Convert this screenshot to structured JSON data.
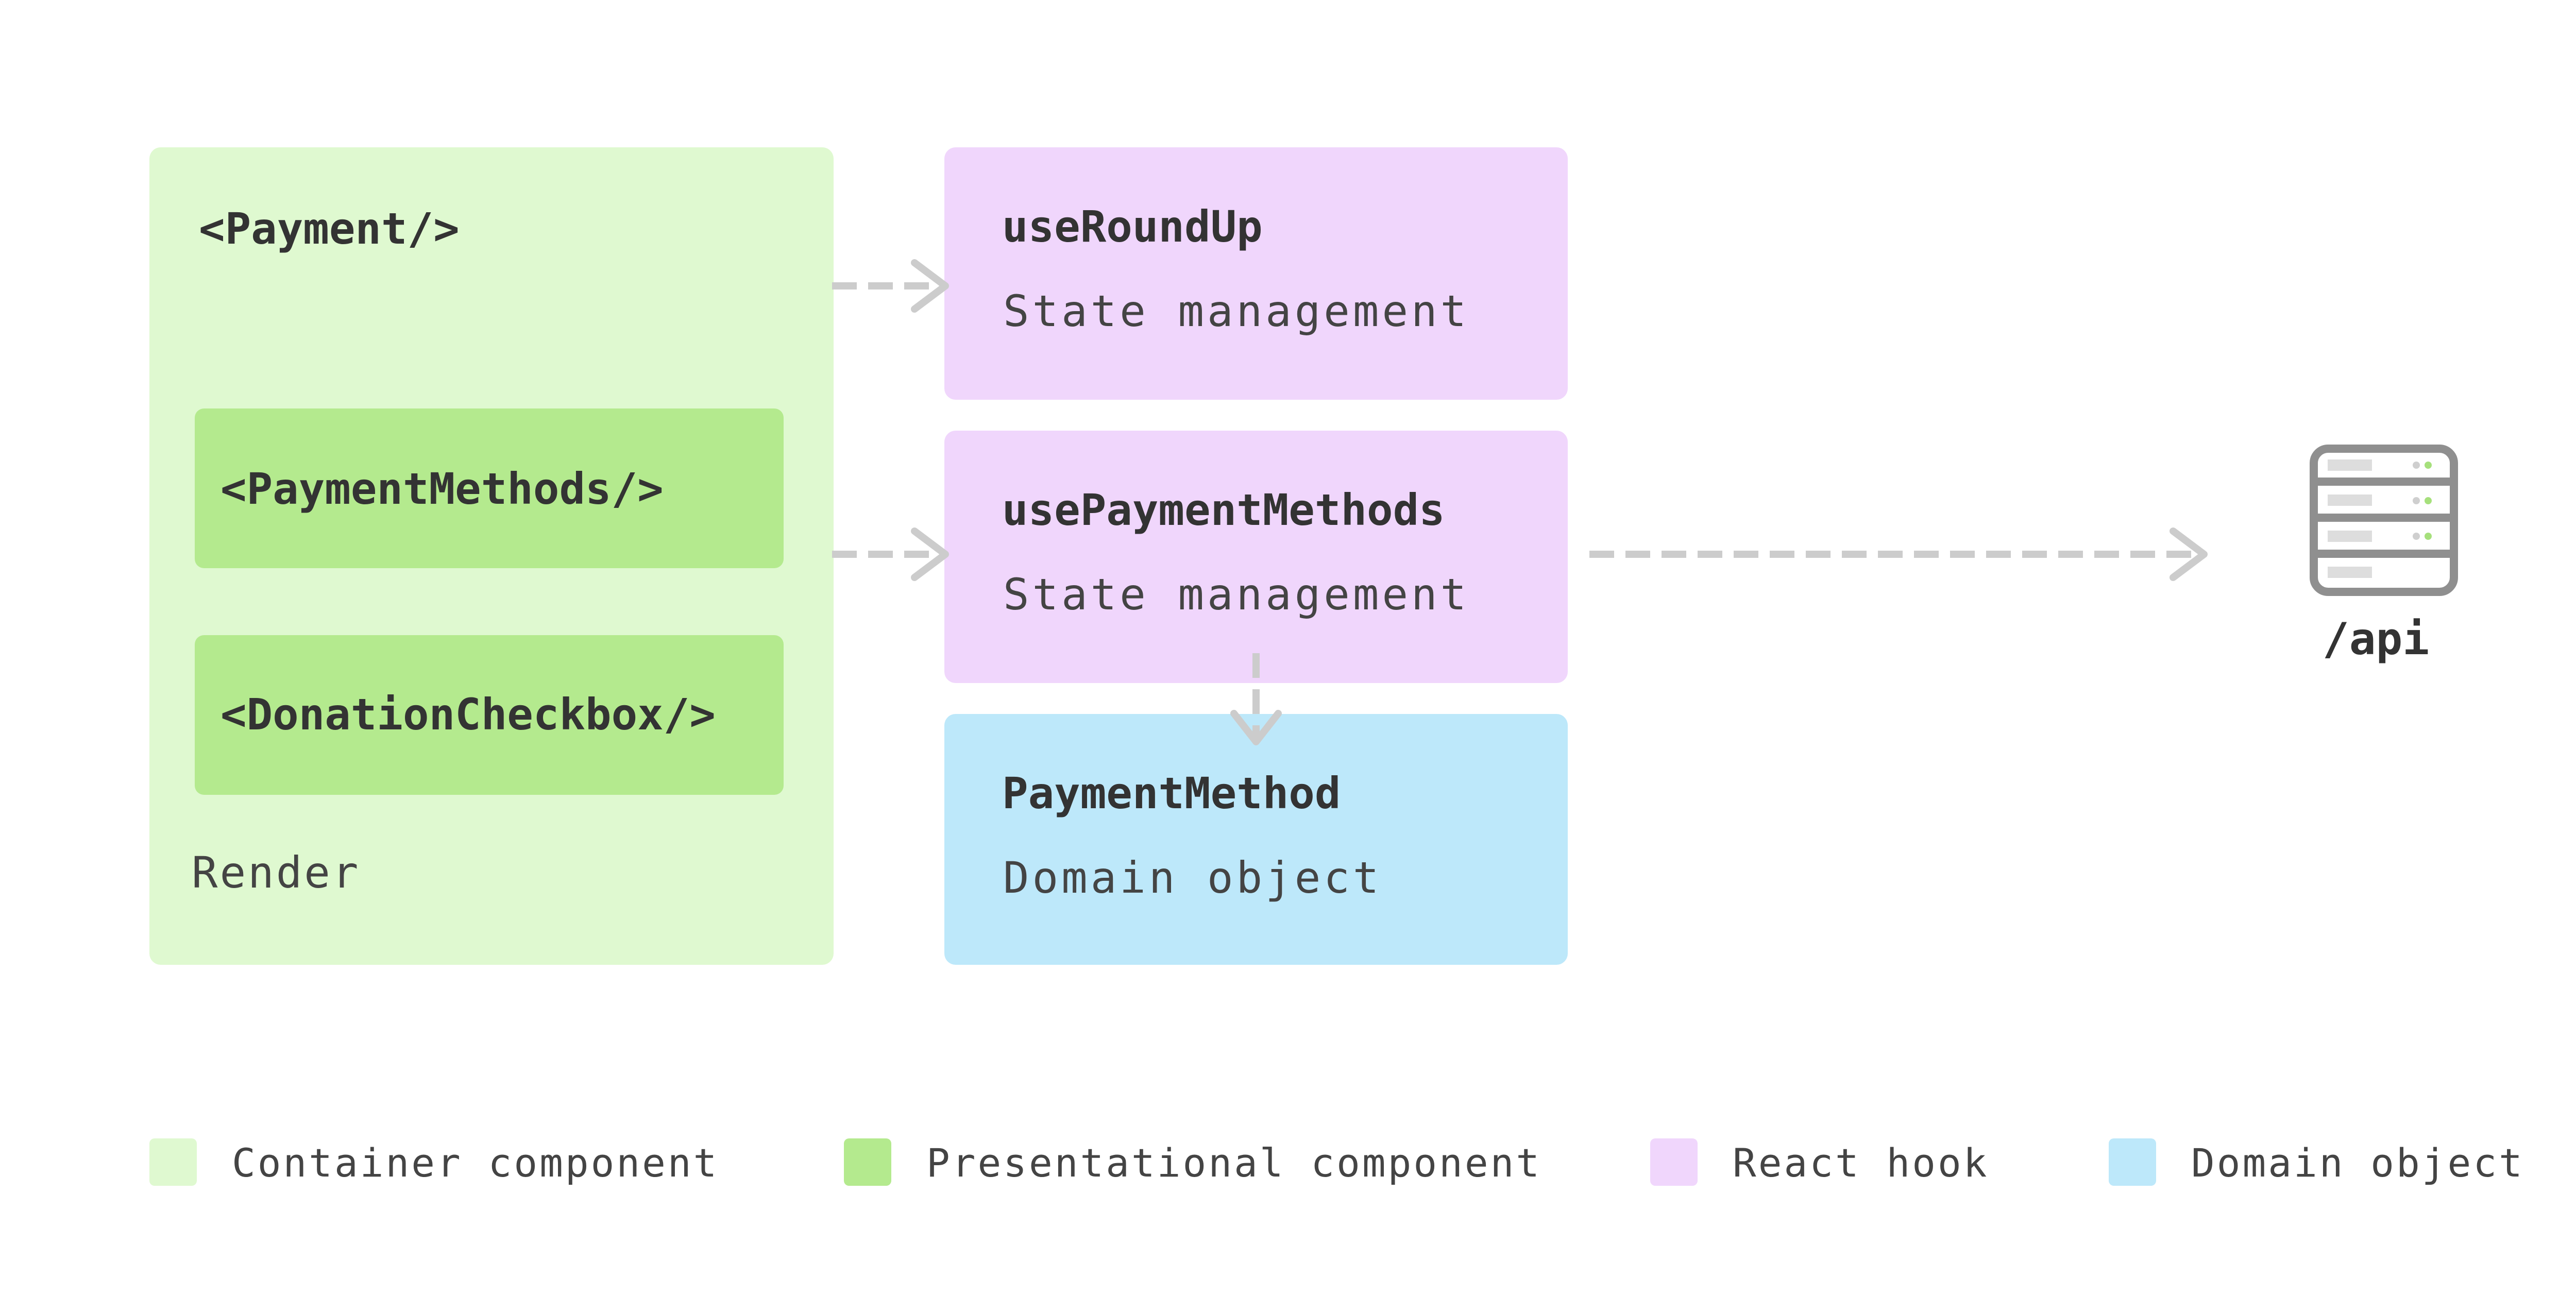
{
  "container": {
    "title": "<Payment/>",
    "footer": "Render",
    "children": [
      {
        "title": "<PaymentMethods/>"
      },
      {
        "title": "<DonationCheckbox/>"
      }
    ]
  },
  "hooks": [
    {
      "title": "useRoundUp",
      "subtitle": "State management"
    },
    {
      "title": "usePaymentMethods",
      "subtitle": "State management"
    }
  ],
  "domain": {
    "title": "PaymentMethod",
    "subtitle": "Domain object"
  },
  "api": {
    "label": "/api",
    "icon": "server-icon"
  },
  "legend": [
    {
      "label": "Container component",
      "color": "#dff9d0"
    },
    {
      "label": "Presentational component",
      "color": "#b4ea8e"
    },
    {
      "label": "React hook",
      "color": "#f0d6fc"
    },
    {
      "label": "Domain object",
      "color": "#bde8fa"
    }
  ],
  "colors": {
    "container": "#dff9d0",
    "presentational": "#b4ea8e",
    "hook": "#f0d6fc",
    "domain": "#bde8fa",
    "arrow": "#cccccc",
    "server": "#8f8f8f",
    "server_led": "#a6e07c"
  }
}
